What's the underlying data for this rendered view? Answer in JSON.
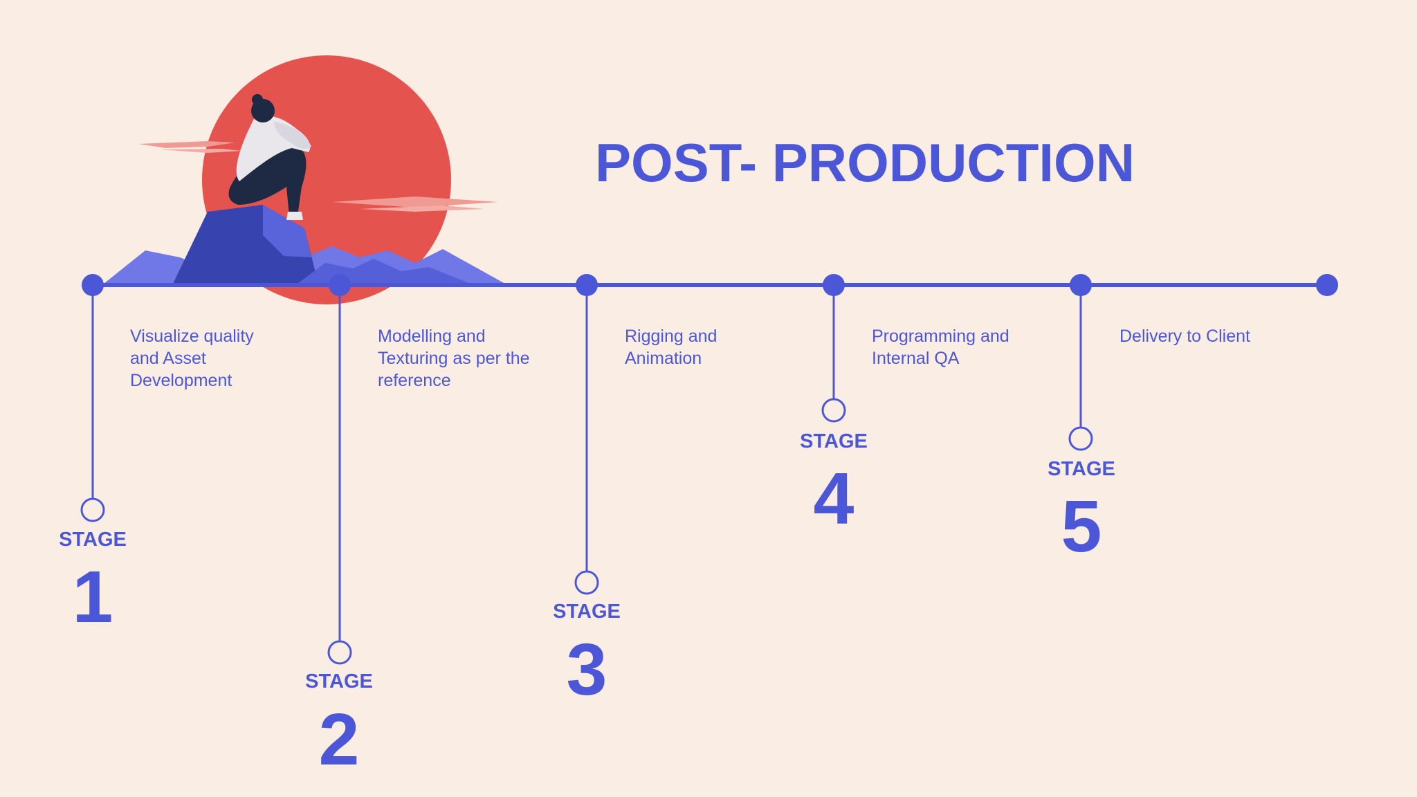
{
  "title": "POST- PRODUCTION",
  "colors": {
    "background": "#FAEDE3",
    "accent": "#4B57D6",
    "sun": "#E5534F",
    "mountain_light": "#6F78E6",
    "mountain_dark": "#3744B0"
  },
  "stages": [
    {
      "label": "STAGE",
      "number": "1",
      "description": "Visualize quality\nand Asset\nDevelopment"
    },
    {
      "label": "STAGE",
      "number": "2",
      "description": "Modelling and\nTexturing as per the\nreference"
    },
    {
      "label": "STAGE",
      "number": "3",
      "description": "Rigging and\nAnimation"
    },
    {
      "label": "STAGE",
      "number": "4",
      "description": "Programming and\nInternal QA"
    },
    {
      "label": "STAGE",
      "number": "5",
      "description": "Delivery to Client"
    }
  ],
  "illustration": {
    "icon": "person-sitting-on-rock-sunset-illustration"
  }
}
